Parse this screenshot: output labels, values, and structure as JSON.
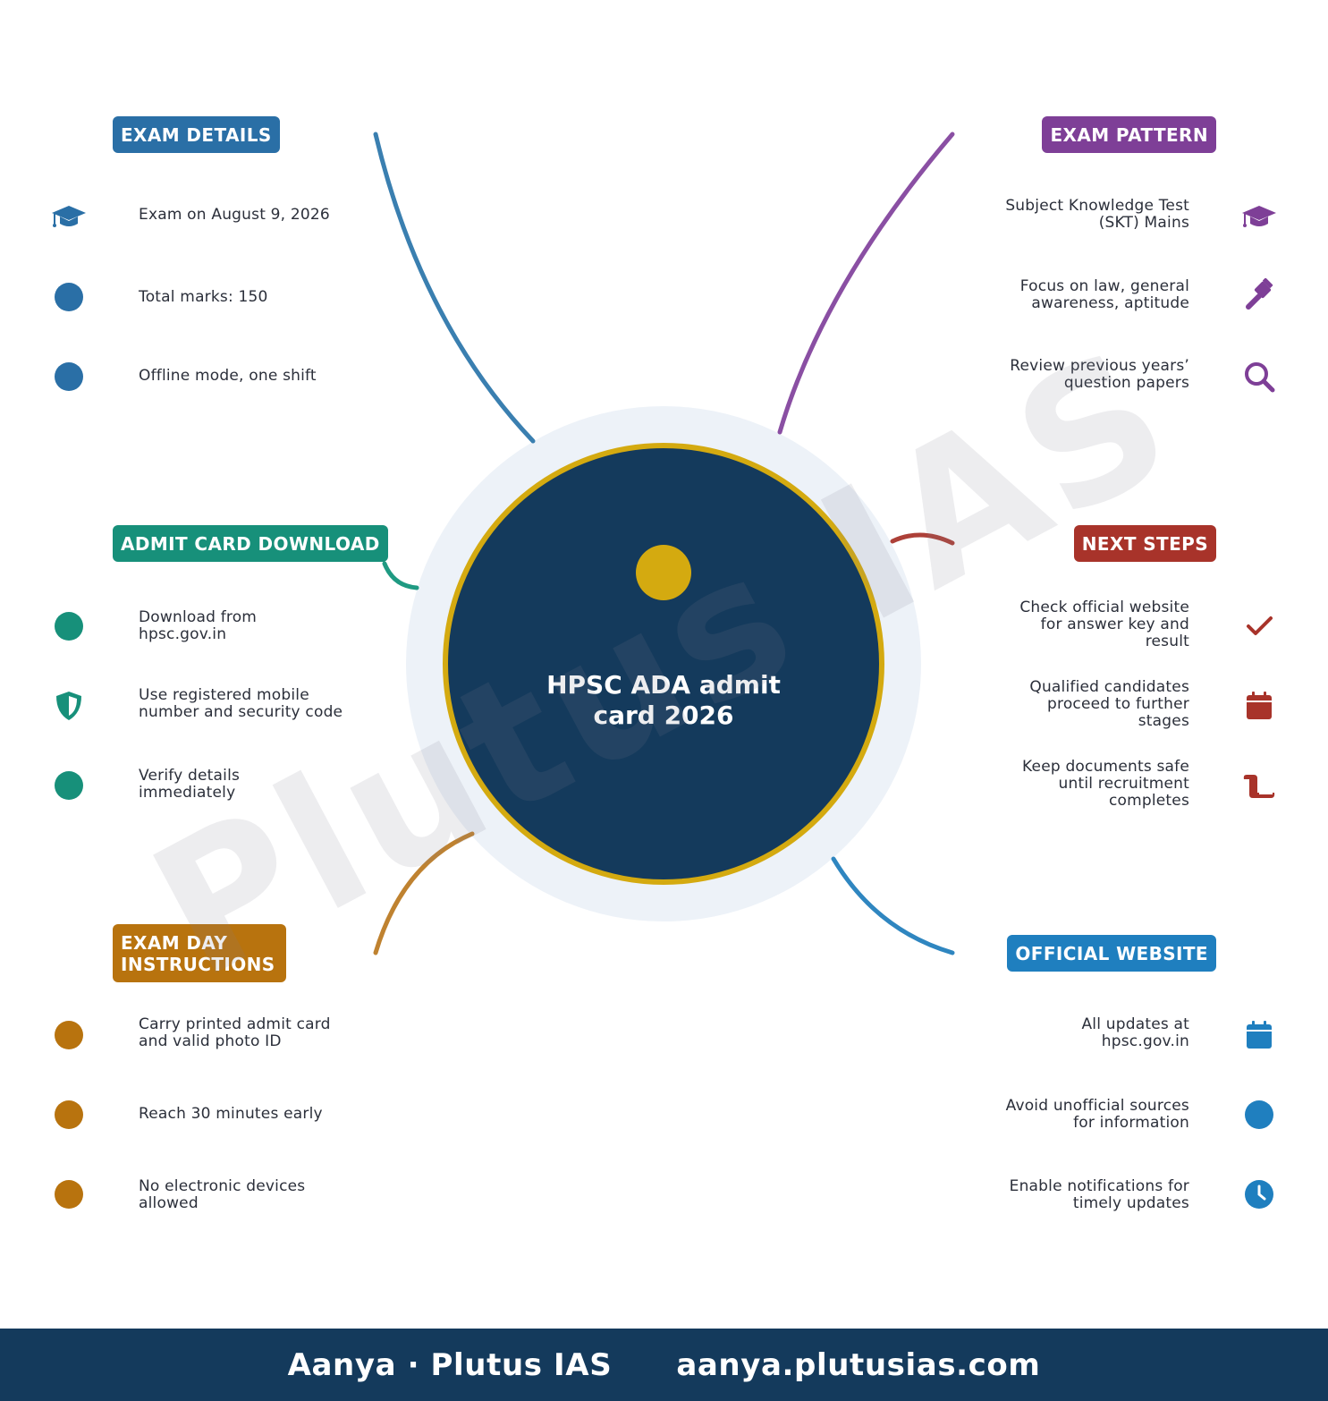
{
  "center": {
    "title": "HPSC ADA admit card 2026"
  },
  "watermark": "Plutus IAS",
  "colors": {
    "center_fill": "#143a5c",
    "center_ring": "#d4aa10",
    "halo": "#edf2f8",
    "exam_details": "#2a6fa6",
    "admit_card": "#17907a",
    "exam_day": "#b8730e",
    "exam_pattern": "#7e3f97",
    "next_steps": "#a8332a",
    "official_website": "#1f7fbf"
  },
  "sections": {
    "exam_details": {
      "title": "EXAM DETAILS",
      "items": [
        {
          "text": "Exam on August 9, 2026",
          "icon": "graduation-cap-icon"
        },
        {
          "text": "Total marks: 150",
          "icon": "dot-icon"
        },
        {
          "text": "Offline mode, one shift",
          "icon": "dot-icon"
        }
      ]
    },
    "admit_card": {
      "title": "ADMIT CARD DOWNLOAD",
      "items": [
        {
          "text": "Download from hpsc.gov.in",
          "icon": "dot-icon"
        },
        {
          "text": "Use registered mobile number and security code",
          "icon": "shield-icon"
        },
        {
          "text": "Verify details immediately",
          "icon": "dot-icon"
        }
      ]
    },
    "exam_day": {
      "title": "EXAM DAY INSTRUCTIONS",
      "items": [
        {
          "text": "Carry printed admit card and valid photo ID",
          "icon": "dot-icon"
        },
        {
          "text": "Reach 30 minutes early",
          "icon": "dot-icon"
        },
        {
          "text": "No electronic devices allowed",
          "icon": "dot-icon"
        }
      ]
    },
    "exam_pattern": {
      "title": "EXAM PATTERN",
      "items": [
        {
          "text": "Subject Knowledge Test (SKT) Mains",
          "icon": "graduation-cap-icon"
        },
        {
          "text": "Focus on law, general awareness, aptitude",
          "icon": "gavel-icon"
        },
        {
          "text": "Review previous years’ question papers",
          "icon": "search-icon"
        }
      ]
    },
    "next_steps": {
      "title": "NEXT STEPS",
      "items": [
        {
          "text": "Check official website for answer key and result",
          "icon": "check-icon"
        },
        {
          "text": "Qualified candidates proceed to further stages",
          "icon": "calendar-icon"
        },
        {
          "text": "Keep documents safe until recruitment completes",
          "icon": "scroll-icon"
        }
      ]
    },
    "official_website": {
      "title": "OFFICIAL WEBSITE",
      "items": [
        {
          "text": "All updates at hpsc.gov.in",
          "icon": "calendar-icon"
        },
        {
          "text": "Avoid unofficial sources for information",
          "icon": "dot-icon"
        },
        {
          "text": "Enable notifications for timely updates",
          "icon": "clock-icon"
        }
      ]
    }
  },
  "footer": {
    "brand": "Aanya · Plutus IAS",
    "url": "aanya.plutusias.com"
  }
}
